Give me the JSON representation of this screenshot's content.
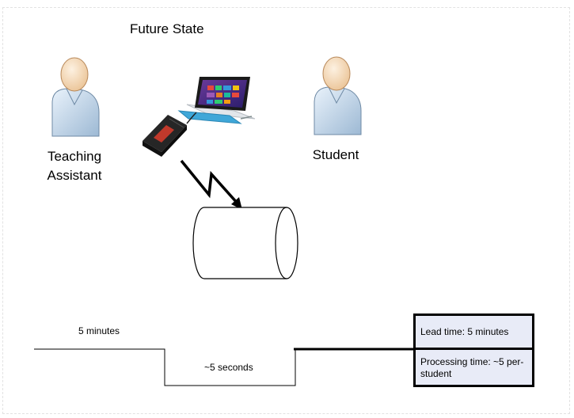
{
  "title": "Future State",
  "actors": {
    "teaching_assistant": {
      "line1": "Teaching",
      "line2": "Assistant",
      "icon": "person-icon"
    },
    "student": {
      "label": "Student",
      "icon": "person-icon"
    }
  },
  "devices": {
    "laptop": "laptop-icon",
    "reader": "card-reader-icon",
    "database": "database-icon"
  },
  "timeline": {
    "step1": "5 minutes",
    "step2": "~5 seconds"
  },
  "summary": {
    "lead_time": "Lead time: 5 minutes",
    "processing_line1": "Processing time: ~5 per-",
    "processing_line2": "student"
  }
}
